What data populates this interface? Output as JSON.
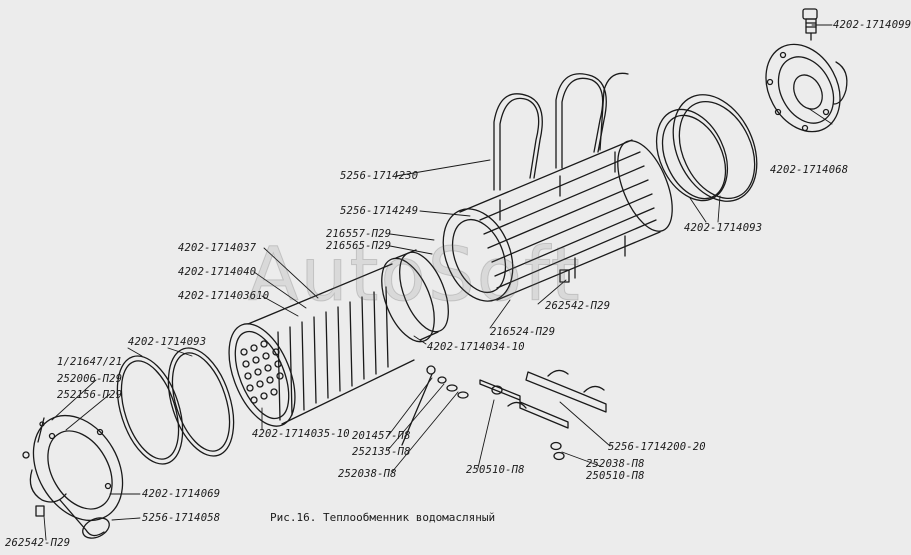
{
  "caption": "Рис.16. Теплообменник водомасляный",
  "watermark": "AutoSoft",
  "labels": {
    "p4202_1714099": "4202-1714099",
    "p4202_1714068": "4202-1714068",
    "p5256_1714230": "5256-1714230",
    "p5256_1714249": "5256-1714249",
    "p216557": "216557-П29",
    "p216565": "216565-П29",
    "p4202_1714037": "4202-1714037",
    "p4202_1714040": "4202-1714040",
    "p4202_171403610": "4202-171403610",
    "p4202_1714093_right": "4202-1714093",
    "p262542_right": "262542-П29",
    "p216524": "216524-П29",
    "p4202_1714034": "4202-1714034-10",
    "p4202_1714093_left": "4202-1714093",
    "p1_21647": "1/21647/21",
    "p252006": "252006-П29",
    "p252156": "252156-П29",
    "p201457": "201457-П8",
    "p252135": "252135-П8",
    "p252038_left": "252038-П8",
    "p250510_mid": "250510-П8",
    "p4202_1714035": "4202-1714035-10",
    "p5256_1714200": "5256-1714200-20",
    "p252038_right": "252038-П8",
    "p250510_right": "250510-П8",
    "p4202_1714069": "4202-1714069",
    "p5256_1714058": "5256-1714058",
    "p262542_left": "262542-П29"
  }
}
